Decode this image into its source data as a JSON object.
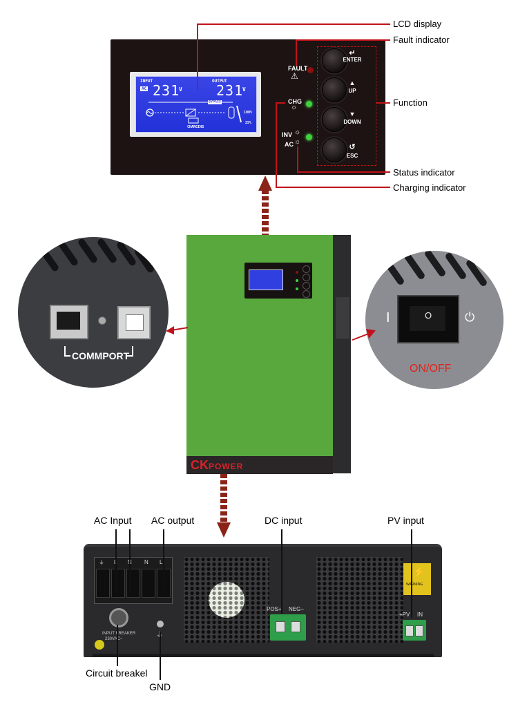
{
  "callouts": {
    "lcd_display": "LCD display",
    "fault_indicator": "Fault indicator",
    "function": "Function",
    "status_indicator": "Status indicator",
    "charging_indicator": "Charging indicator",
    "ac_input": "AC Input",
    "ac_output": "AC output",
    "dc_input": "DC input",
    "pv_input": "PV input",
    "circuit_breaker": "Circuit  breakel",
    "gnd": "GND"
  },
  "panel": {
    "fault_label": "FAULT",
    "chg_label": "CHG",
    "inv_label": "INV",
    "ac_label": "AC",
    "keys": [
      {
        "label": "ENTER",
        "icon": "enter-icon",
        "glyph": "↵"
      },
      {
        "label": "UP",
        "icon": "up-arrow-icon",
        "glyph": "▲"
      },
      {
        "label": "DOWN",
        "icon": "down-arrow-icon",
        "glyph": "▼"
      },
      {
        "label": "ESC",
        "icon": "undo-icon",
        "glyph": "↺"
      }
    ],
    "led_colors": {
      "fault": "#8b1010",
      "chg": "#3bd43a",
      "status": "#3bd43a"
    }
  },
  "lcd": {
    "input_label": "INPUT",
    "output_label": "OUTPUT",
    "ac_tag": "AC",
    "input_value": "231",
    "output_value": "231",
    "unit": "V",
    "bypass_label": "BYPASS",
    "charging_label": "CHARGING",
    "load_high": "100%",
    "load_low": "25%"
  },
  "brand": {
    "ck": "CK",
    "power": "POWER",
    "color": "#d8232a"
  },
  "comm": {
    "label": "COMMPORT"
  },
  "switch": {
    "label": "ON/OFF",
    "on_mark": "I",
    "off_mark": "O",
    "label_color": "#e0231b"
  },
  "rear": {
    "terminal_marks": [
      "⏚",
      "L",
      "N",
      "N",
      "L"
    ],
    "dc_pos": "POS+",
    "dc_neg": "NEG−",
    "pv_pos": "+PV",
    "pv_in": "IN",
    "breaker_text": "INPUT BREAKER",
    "breaker_rating": "230VAC~",
    "warning": "WARNING"
  },
  "colors": {
    "accent_red": "#c0121a",
    "body_green": "#58a83e",
    "terminal_green": "#2f9e4a"
  }
}
